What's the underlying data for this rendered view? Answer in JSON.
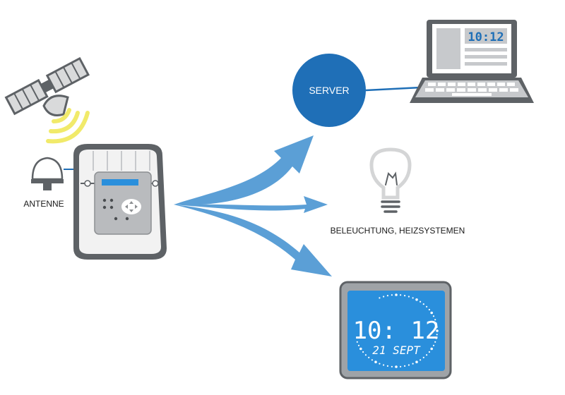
{
  "labels": {
    "antenna": "ANTENNE",
    "server": "SERVER",
    "lighting": "BELEUCHTUNG, HEIZSYSTEMEN"
  },
  "laptop": {
    "time": "10:12"
  },
  "wall_clock": {
    "time": "10: 12",
    "date": "21 SEPT"
  },
  "colors": {
    "accent_blue": "#1f6fb7",
    "arrow_blue": "#5b9fd6",
    "signal_yellow": "#f1ea6a",
    "device_grey": "#5e6266",
    "panel_grey": "#c7c9cc",
    "clock_screen": "#2a8fdc"
  },
  "icons": [
    "satellite-icon",
    "gps-antenna-icon",
    "time-server-device",
    "laptop-icon",
    "light-bulb-icon",
    "digital-wall-clock"
  ]
}
